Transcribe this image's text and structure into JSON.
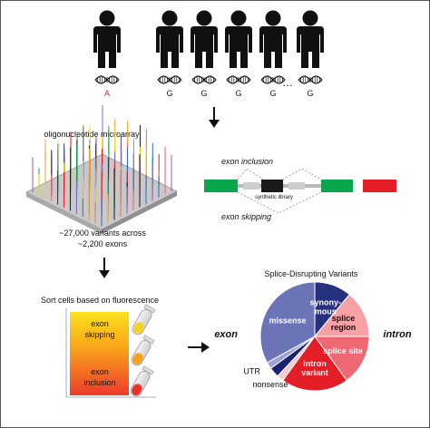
{
  "population": {
    "alleles": [
      "A",
      "G",
      "G",
      "G",
      "G",
      "G"
    ],
    "ellipsis": "…",
    "person_icon": "person-icon",
    "dna_icon": "dna-helix-icon"
  },
  "microarray": {
    "title": "oligonucleotide microarray",
    "caption_line1": "~27,000 variants across",
    "caption_line2": "~2,200 exons"
  },
  "splicing": {
    "inclusion_label": "exon inclusion",
    "skipping_label": "exon skipping",
    "library_label": "synthetic library",
    "exon_green": "#0aa64b",
    "exon_red": "#e41e26",
    "library_color": "#1a1a1a"
  },
  "sorting": {
    "title": "Sort cells based on fluorescence",
    "skip_label_line1": "exon",
    "skip_label_line2": "skipping",
    "incl_label_line1": "exon",
    "incl_label_line2": "inclusion"
  },
  "chart_data": {
    "type": "pie",
    "title": "Splice-Disrupting Variants",
    "left_label": "exon",
    "right_label": "intron",
    "slices": [
      {
        "label": "synony-\nmous",
        "value": 11,
        "color": "#25317f"
      },
      {
        "label": "splice\nregion",
        "value": 14,
        "color": "#f7a1a7"
      },
      {
        "label": "splice site",
        "value": 15,
        "color": "#ee6973"
      },
      {
        "label": "intron\nvariant",
        "value": 20,
        "color": "#e41e26"
      },
      {
        "label": "",
        "value": 2,
        "color": "#f7c8cc"
      },
      {
        "label": "nonsense",
        "value": 3,
        "color": "#1a2275"
      },
      {
        "label": "UTR",
        "value": 2,
        "color": "#9aa3d4"
      },
      {
        "label": "missense",
        "value": 33,
        "color": "#6c74b8"
      }
    ]
  },
  "colors": {
    "allele_ref": "#e41e26",
    "allele_alt": "#1a1a1a",
    "ink": "#111111"
  }
}
